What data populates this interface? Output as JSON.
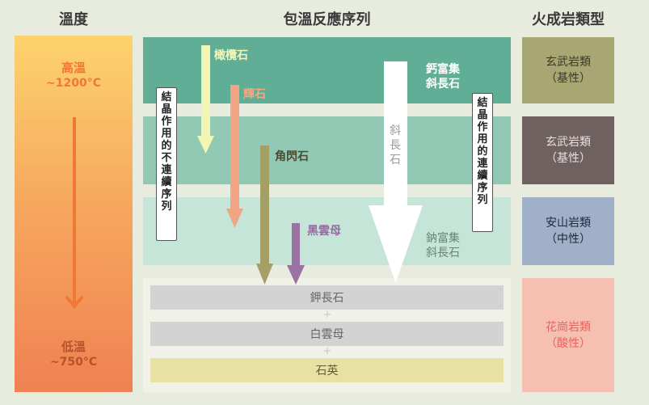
{
  "headers": {
    "temperature": "溫度",
    "series": "包溫反應序列",
    "rock_types": "火成岩類型"
  },
  "temperature": {
    "high_label": "高溫",
    "high_value": "~1200°C",
    "low_label": "低溫",
    "low_value": "~750°C"
  },
  "discontinuous": {
    "label_chars": [
      "結",
      "晶",
      "作",
      "用",
      "的",
      "不",
      "連",
      "續",
      "序",
      "列"
    ],
    "minerals": [
      "橄欖石",
      "輝石",
      "角閃石",
      "黑雲母"
    ]
  },
  "continuous": {
    "label_chars": [
      "結",
      "晶",
      "作",
      "用",
      "的",
      "連",
      "續",
      "序",
      "列"
    ],
    "plagioclase_chars": [
      "斜",
      "長",
      "石"
    ],
    "ca_rich": [
      "鈣富集",
      "斜長石"
    ],
    "na_rich": [
      "鈉富集",
      "斜長石"
    ]
  },
  "final_minerals": [
    "鉀長石",
    "白雲母",
    "石英"
  ],
  "plus_sign": "+",
  "rock_classes": [
    {
      "name": "玄武岩類",
      "type": "（基性）"
    },
    {
      "name": "玄武岩類",
      "type": "（基性）"
    },
    {
      "name": "安山岩類",
      "type": "（中性）"
    },
    {
      "name": "花崗岩類",
      "type": "（酸性）"
    }
  ],
  "colors": {
    "band_1": "#5fae95",
    "band_2": "#92c9b4",
    "band_3": "#c6e5d9",
    "olivine": "#f2f5b3",
    "pyroxene": "#f1a585",
    "amphibole": "#a49f65",
    "biotite": "#9a72a3",
    "class_basalt_1": "#a8a673",
    "class_basalt_2": "#6e6160",
    "class_andesite": "#9fb0c8",
    "class_granite": "#f6bfb1",
    "temp_top": "#fdd06a",
    "temp_bottom": "#f07f52"
  }
}
